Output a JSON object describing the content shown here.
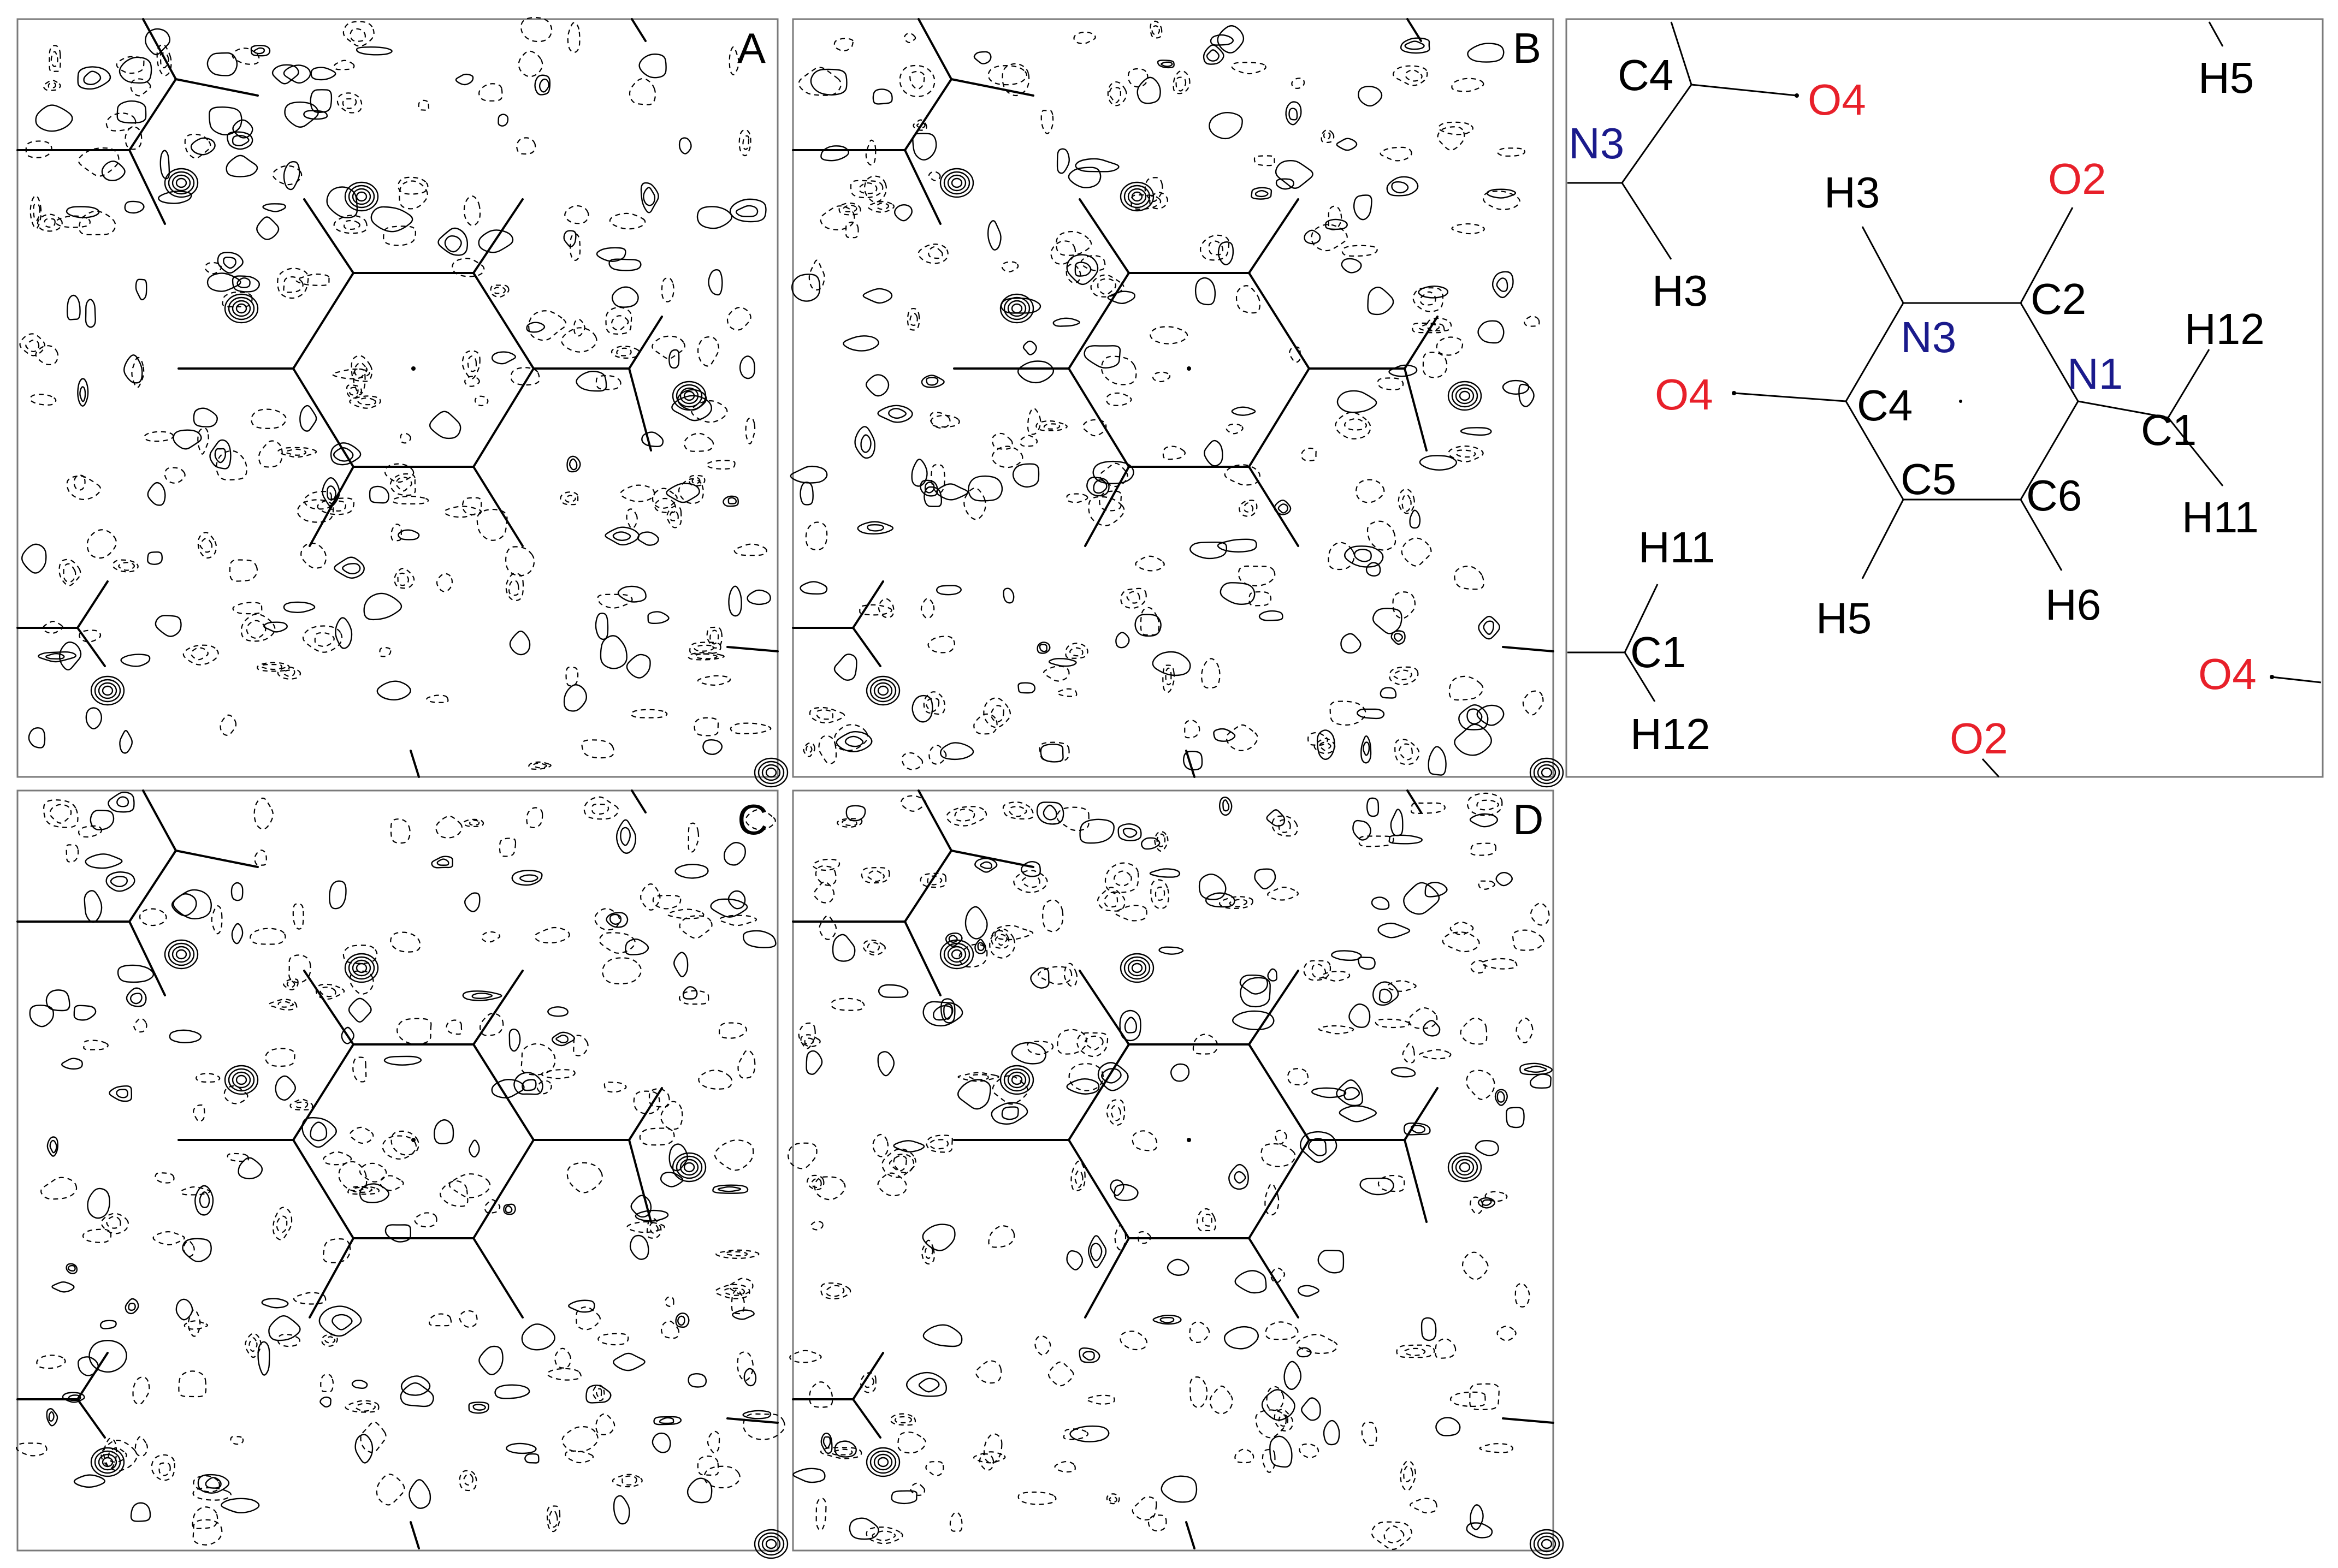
{
  "panels": [
    {
      "id": "A",
      "label": "A"
    },
    {
      "id": "B",
      "label": "B"
    },
    {
      "id": "C",
      "label": "C"
    },
    {
      "id": "D",
      "label": "D"
    }
  ],
  "colors": {
    "carbon_hydrogen_label": "#000000",
    "nitrogen_label": "#1a1a8c",
    "oxygen_label": "#e8202a",
    "frame": "#7a7a7a"
  },
  "schematic": {
    "atoms": [
      {
        "name": "atom-c4-top",
        "label": "C4",
        "element": "C"
      },
      {
        "name": "atom-o4-top",
        "label": "O4",
        "element": "O"
      },
      {
        "name": "atom-h5-top",
        "label": "H5",
        "element": "H"
      },
      {
        "name": "atom-n3-left",
        "label": "N3",
        "element": "N"
      },
      {
        "name": "atom-h3-top",
        "label": "H3",
        "element": "H"
      },
      {
        "name": "atom-o2-top",
        "label": "O2",
        "element": "O"
      },
      {
        "name": "atom-h3-left",
        "label": "H3",
        "element": "H"
      },
      {
        "name": "atom-c2",
        "label": "C2",
        "element": "C"
      },
      {
        "name": "atom-h12-right",
        "label": "H12",
        "element": "H"
      },
      {
        "name": "atom-n3-ring",
        "label": "N3",
        "element": "N"
      },
      {
        "name": "atom-n1",
        "label": "N1",
        "element": "N"
      },
      {
        "name": "atom-o4-left",
        "label": "O4",
        "element": "O"
      },
      {
        "name": "atom-c4-ring",
        "label": "C4",
        "element": "C"
      },
      {
        "name": "atom-c1-right",
        "label": "C1",
        "element": "C"
      },
      {
        "name": "atom-c5",
        "label": "C5",
        "element": "C"
      },
      {
        "name": "atom-c6",
        "label": "C6",
        "element": "C"
      },
      {
        "name": "atom-h11-right",
        "label": "H11",
        "element": "H"
      },
      {
        "name": "atom-h11-left",
        "label": "H11",
        "element": "H"
      },
      {
        "name": "atom-h6",
        "label": "H6",
        "element": "H"
      },
      {
        "name": "atom-h5-bottom",
        "label": "H5",
        "element": "H"
      },
      {
        "name": "atom-c1-left",
        "label": "C1",
        "element": "C"
      },
      {
        "name": "atom-o4-right",
        "label": "O4",
        "element": "O"
      },
      {
        "name": "atom-h12-left",
        "label": "H12",
        "element": "H"
      },
      {
        "name": "atom-o2-bottom",
        "label": "O2",
        "element": "O"
      }
    ]
  }
}
